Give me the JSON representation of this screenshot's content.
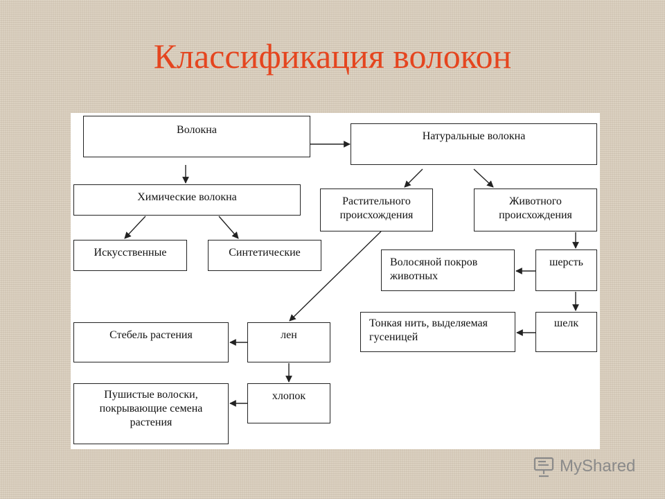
{
  "title": "Классификация волокон",
  "diagram": {
    "fibers": "Волокна",
    "natural": "Натуральные волокна",
    "chemical": "Химические волокна",
    "plant_origin": "Растительного происхождения",
    "animal_origin": "Животного происхождения",
    "artificial": "Искусственные",
    "synthetic": "Синтетические",
    "hair_cover": "Волосяной покров животных",
    "wool": "шерсть",
    "thin_thread": "Тонкая нить, выделяемая гусеницей",
    "silk": "шелк",
    "stem": "Стебель растения",
    "flax": "лен",
    "fluffy_hairs": "Пушистые волоски, покрывающие семена растения",
    "cotton": "хлопок"
  },
  "logo": {
    "text": "MyShared",
    "icon": "presentation-board-icon"
  }
}
